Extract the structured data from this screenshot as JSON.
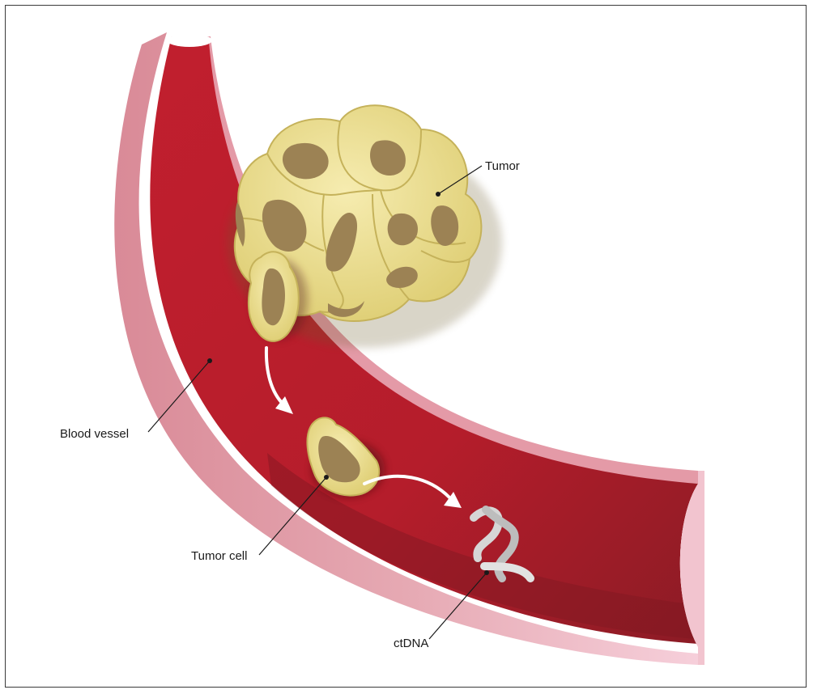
{
  "labels": {
    "tumor": "Tumor",
    "blood_vessel": "Blood vessel",
    "tumor_cell": "Tumor cell",
    "ctdna": "ctDNA"
  },
  "colors": {
    "vessel_lumen": "#b8202f",
    "vessel_lumen_dark": "#8a1a24",
    "vessel_wall": "#e3a4ae",
    "vessel_wall_light": "#f4c9d3",
    "tumor_fill": "#efe39a",
    "tumor_edge": "#c9b65a",
    "nucleus": "#9c8254",
    "dna": "#d4d4d4",
    "arrow": "#ffffff"
  }
}
